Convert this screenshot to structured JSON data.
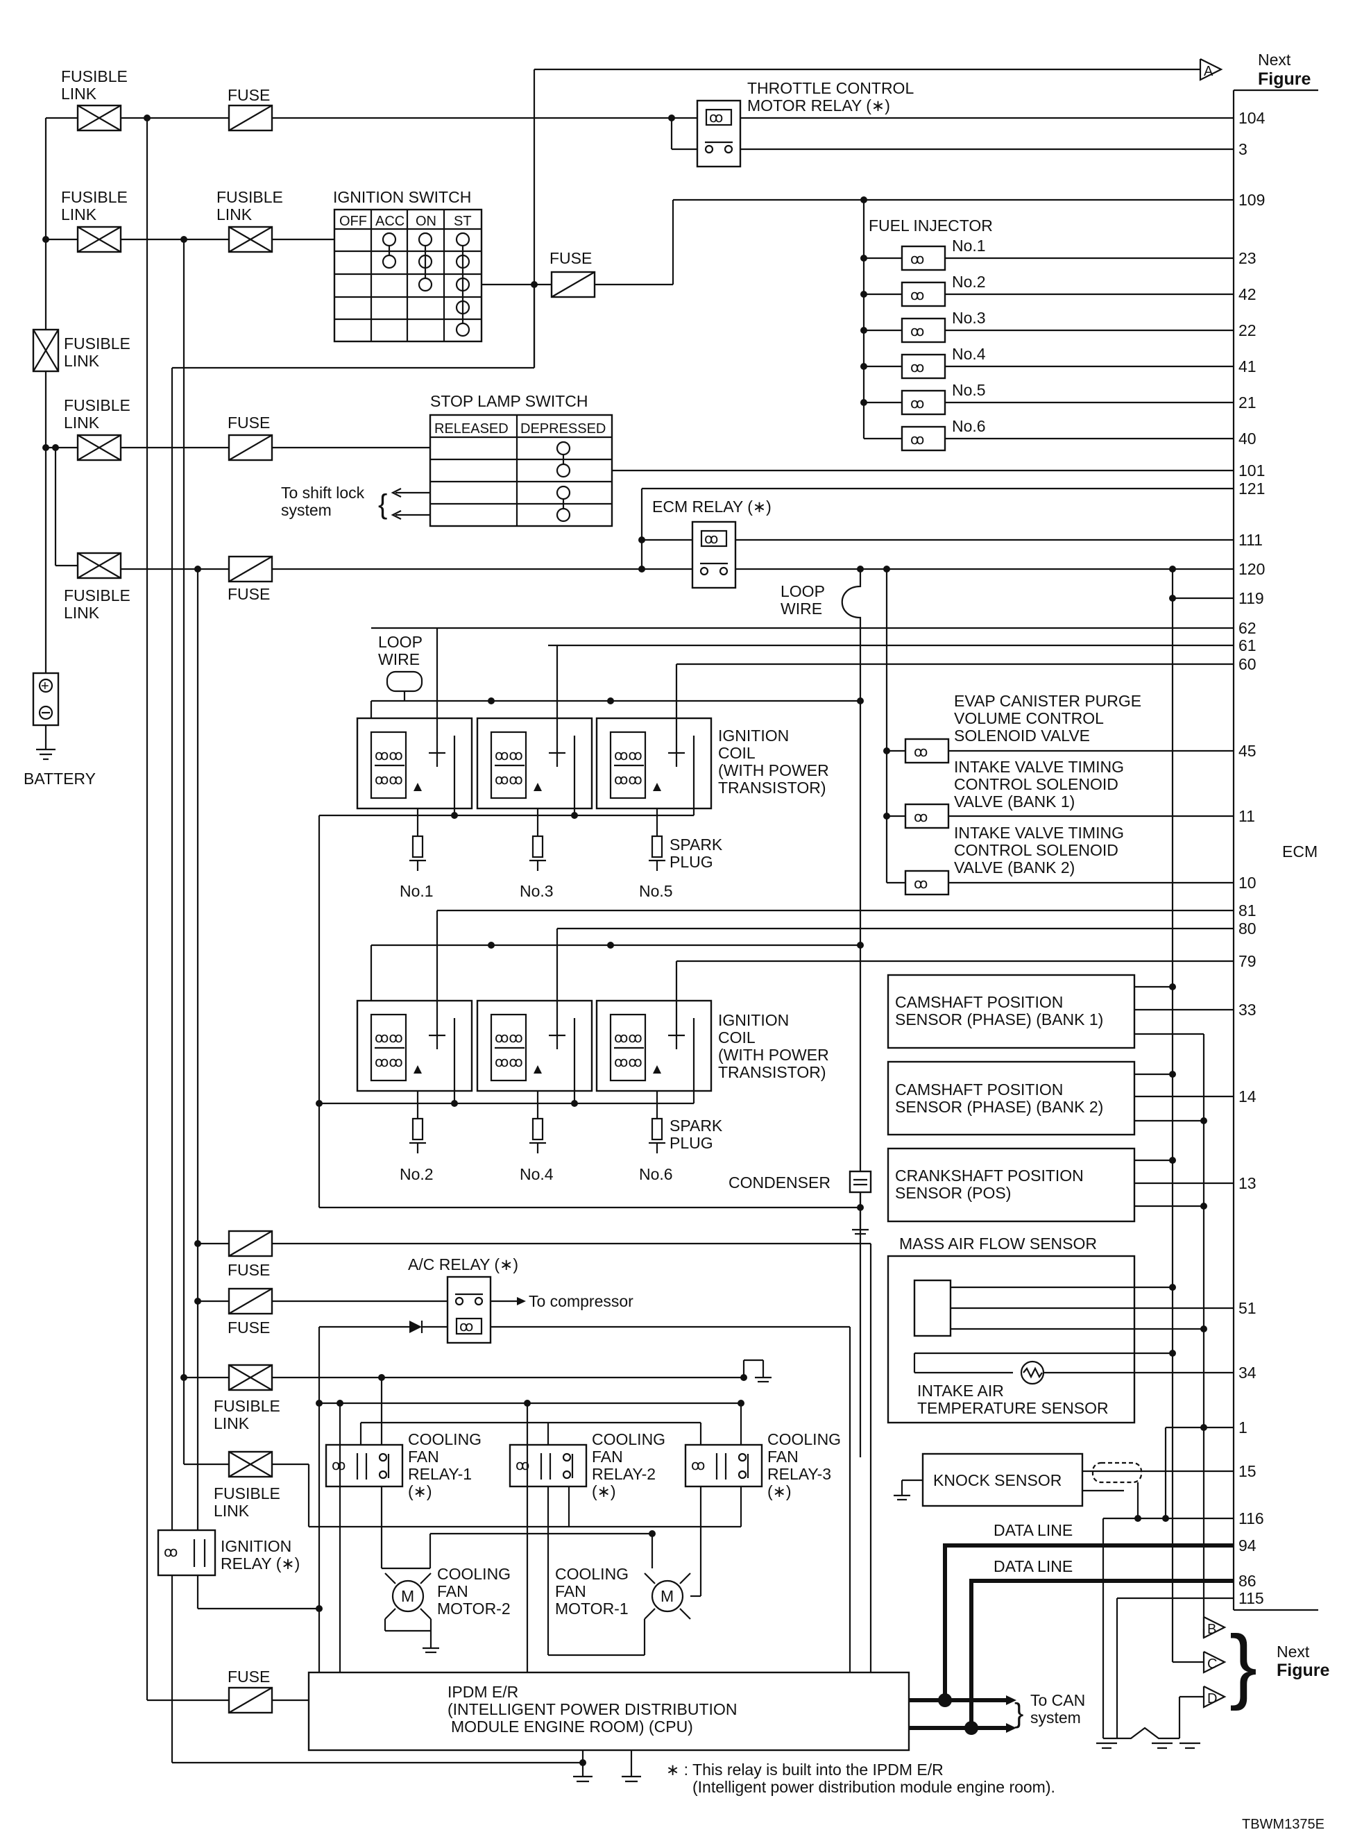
{
  "labels": {
    "fusible_link": [
      "FUSIBLE",
      "LINK"
    ],
    "fuse": "FUSE",
    "battery": "BATTERY",
    "throttle_relay": [
      "THROTTLE CONTROL",
      "MOTOR RELAY (∗)"
    ],
    "ignition_switch": "IGNITION SWITCH",
    "ign_switch_cols": [
      "OFF",
      "ACC",
      "ON",
      "ST"
    ],
    "fuel_injector": "FUEL INJECTOR",
    "injectors": [
      "No.1",
      "No.2",
      "No.3",
      "No.4",
      "No.5",
      "No.6"
    ],
    "stop_lamp_switch": "STOP LAMP SWITCH",
    "stop_lamp_cols": [
      "RELEASED",
      "DEPRESSED"
    ],
    "shift_lock": [
      "To shift lock",
      "system"
    ],
    "ecm_relay": "ECM RELAY (∗)",
    "loop_wire": [
      "LOOP",
      "WIRE"
    ],
    "evap": [
      "EVAP CANISTER PURGE",
      "VOLUME CONTROL",
      "SOLENOID VALVE"
    ],
    "ivt1": [
      "INTAKE VALVE TIMING",
      "CONTROL SOLENOID",
      "VALVE (BANK 1)"
    ],
    "ivt2": [
      "INTAKE VALVE TIMING",
      "CONTROL SOLENOID",
      "VALVE (BANK 2)"
    ],
    "ignition_coil": [
      "IGNITION",
      "COIL",
      "(WITH POWER",
      "TRANSISTOR)"
    ],
    "spark_plug": [
      "SPARK",
      "PLUG"
    ],
    "plugs_top": [
      "No.1",
      "No.3",
      "No.5"
    ],
    "plugs_bottom": [
      "No.2",
      "No.4",
      "No.6"
    ],
    "ecm": "ECM",
    "cmp1": [
      "CAMSHAFT POSITION",
      "SENSOR (PHASE) (BANK 1)"
    ],
    "cmp2": [
      "CAMSHAFT POSITION",
      "SENSOR (PHASE) (BANK 2)"
    ],
    "ckp": [
      "CRANKSHAFT POSITION",
      "SENSOR (POS)"
    ],
    "condenser": "CONDENSER",
    "maf": "MASS AIR FLOW SENSOR",
    "iat": [
      "INTAKE AIR",
      "TEMPERATURE SENSOR"
    ],
    "ac_relay": "A/C RELAY (∗)",
    "to_compressor": "To compressor",
    "cooling_fan_relay_1": [
      "COOLING",
      "FAN",
      "RELAY-1",
      "(∗)"
    ],
    "cooling_fan_relay_2": [
      "COOLING",
      "FAN",
      "RELAY-2",
      "(∗)"
    ],
    "cooling_fan_relay_3": [
      "COOLING",
      "FAN",
      "RELAY-3",
      "(∗)"
    ],
    "knock_sensor": "KNOCK SENSOR",
    "ignition_relay": [
      "IGNITION",
      "RELAY (∗)"
    ],
    "cooling_fan_motor_2": [
      "COOLING",
      "FAN",
      "MOTOR-2"
    ],
    "cooling_fan_motor_1": [
      "COOLING",
      "FAN",
      "MOTOR-1"
    ],
    "data_line": "DATA LINE",
    "ipdm": [
      "IPDM E/R",
      "(INTELLIGENT POWER DISTRIBUTION",
      "MODULE ENGINE ROOM) (CPU)"
    ],
    "to_can": [
      "To CAN",
      "system"
    ],
    "next_figure": [
      "Next",
      "Figure"
    ],
    "footnote": [
      "∗ : This relay is built into the IPDM E/R",
      "(Intelligent power distribution module engine room)."
    ],
    "figure_id": "TBWM1375E",
    "motor_symbol": "M",
    "connectors": [
      "A",
      "B",
      "C",
      "D"
    ]
  },
  "ecm_pins": [
    "104",
    "3",
    "109",
    "23",
    "42",
    "22",
    "41",
    "21",
    "40",
    "101",
    "121",
    "111",
    "120",
    "119",
    "62",
    "61",
    "60",
    "45",
    "11",
    "10",
    "81",
    "80",
    "79",
    "33",
    "14",
    "13",
    "51",
    "34",
    "1",
    "15",
    "116",
    "94",
    "86",
    "115"
  ]
}
